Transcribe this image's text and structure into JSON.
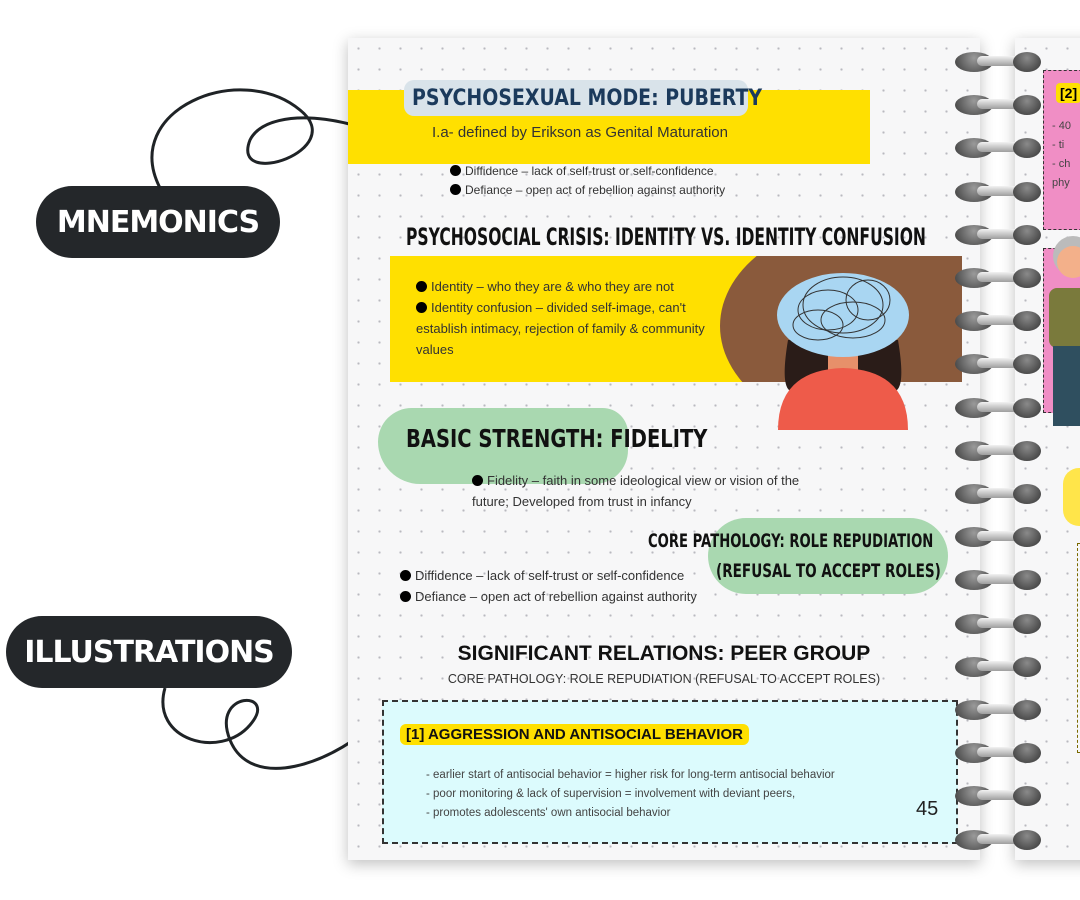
{
  "callouts": {
    "mnemonics": "MNEMONICS",
    "illustrations": "ILLUSTRATIONS"
  },
  "left_page": {
    "psychosexual": {
      "title": "PSYCHOSEXUAL MODE: PUBERTY",
      "subtitle": "I.a- defined by Erikson as Genital Maturation",
      "bullets": [
        "Diffidence – lack of self-trust or self-confidence",
        "Defiance – open act of rebellion against authority"
      ]
    },
    "crisis": {
      "title": "PSYCHOSOCIAL CRISIS: IDENTITY VS. IDENTITY CONFUSION",
      "bullets": [
        "Identity – who they are & who they are not",
        "Identity confusion – divided self-image, can't establish intimacy, rejection of family & community values"
      ]
    },
    "strength": {
      "title": "BASIC STRENGTH: FIDELITY",
      "text": "Fidelity – faith in some ideological view or vision of the future; Developed from trust in infancy"
    },
    "pathology": {
      "title_line1": "CORE PATHOLOGY: ROLE REPUDIATION",
      "title_line2": "(REFUSAL TO ACCEPT ROLES)",
      "bullets": [
        "Diffidence – lack of self-trust or self-confidence",
        "Defiance – open act of rebellion against authority"
      ]
    },
    "relations": {
      "title": "SIGNIFICANT RELATIONS: PEER GROUP",
      "subtitle": "CORE PATHOLOGY: ROLE REPUDIATION (REFUSAL TO ACCEPT ROLES)"
    },
    "box": {
      "title": "[1] AGGRESSION AND ANTISOCIAL BEHAVIOR",
      "lines": [
        "- earlier start of antisocial behavior = higher risk for long-term antisocial behavior",
        "- poor monitoring & lack of supervision = involvement with deviant peers,",
        "- promotes adolescents' own antisocial behavior"
      ]
    },
    "page_number": "45"
  },
  "right_page": {
    "box_title": "[2]",
    "lines": [
      "- 40",
      "- ti",
      "- ch",
      "phy"
    ]
  },
  "colors": {
    "yellow": "#ffe000",
    "green": "#a9d8b0",
    "cyan": "#dcfbfd",
    "pink": "#f08ec5",
    "brown": "#8a5a3c",
    "dark": "#24272a"
  }
}
